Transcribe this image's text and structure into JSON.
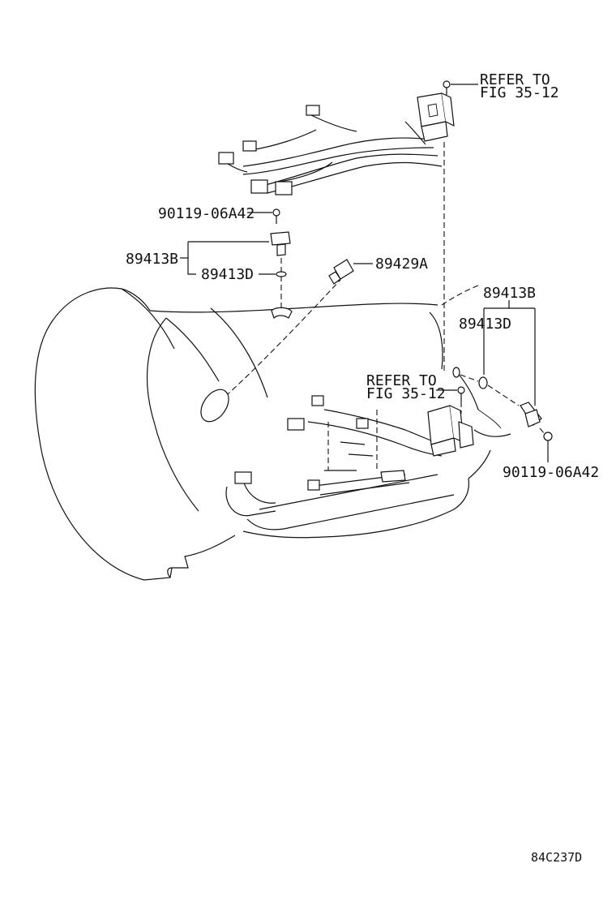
{
  "labels": {
    "refer_top_line1": "REFER TO",
    "refer_top_line2": "FIG 35-12",
    "bolt_left": "90119-06A42",
    "sensor_b_left": "89413B",
    "oring_d_left": "89413D",
    "switch_a": "89429A",
    "sensor_b_right": "89413B",
    "oring_d_right": "89413D",
    "refer_mid_line1": "REFER TO",
    "refer_mid_line2": "FIG 35-12",
    "bolt_right": "90119-06A42",
    "diagram_code": "84C237D"
  }
}
